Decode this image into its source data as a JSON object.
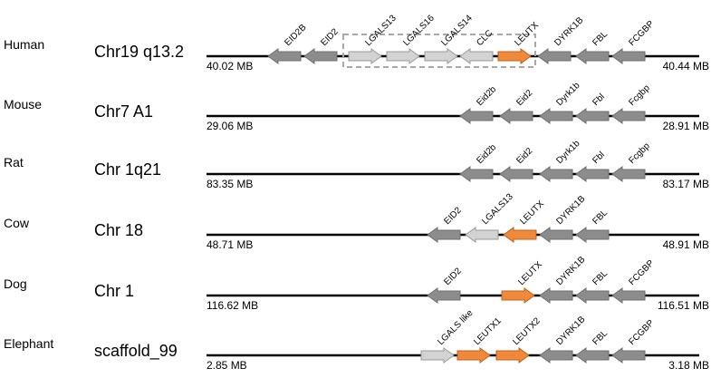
{
  "colors": {
    "dark_gene": "#8c8c8c",
    "dark_gene_stroke": "#6f6f6f",
    "light_gene": "#d3d3d3",
    "light_gene_stroke": "#9a9a9a",
    "leutx_gene": "#ef8a3c",
    "leutx_gene_stroke": "#c0601a",
    "chromosome": "#000000",
    "dashed_box": "#a8a8a8"
  },
  "rows": [
    {
      "species": "Human",
      "chromosome": "Chr19 q13.2",
      "start_mb": "40.02 MB",
      "end_mb": "40.44 MB",
      "highlight_box": true,
      "genes": [
        {
          "label": "EID2B",
          "dir": "left",
          "color": "dark"
        },
        {
          "label": "EID2",
          "dir": "left",
          "color": "dark"
        },
        {
          "label": "LGALS13",
          "dir": "right",
          "color": "light"
        },
        {
          "label": "LGALS16",
          "dir": "right",
          "color": "light"
        },
        {
          "label": "LGALS14",
          "dir": "right",
          "color": "light"
        },
        {
          "label": "CLC",
          "dir": "left",
          "color": "light"
        },
        {
          "label": "LEUTX",
          "dir": "right",
          "color": "orange"
        },
        {
          "label": "DYRK1B",
          "dir": "left",
          "color": "dark"
        },
        {
          "label": "FBL",
          "dir": "left",
          "color": "dark"
        },
        {
          "label": "FCGBP",
          "dir": "left",
          "color": "dark"
        }
      ]
    },
    {
      "species": "Mouse",
      "chromosome": "Chr7 A1",
      "start_mb": "29.06 MB",
      "end_mb": "28.91 MB",
      "highlight_box": false,
      "genes": [
        {
          "label": "Eid2b",
          "dir": "left",
          "color": "dark"
        },
        {
          "label": "Eid2",
          "dir": "left",
          "color": "dark"
        },
        {
          "label": "Dyrk1b",
          "dir": "left",
          "color": "dark"
        },
        {
          "label": "Fbl",
          "dir": "left",
          "color": "dark"
        },
        {
          "label": "Fcgbp",
          "dir": "left",
          "color": "dark"
        }
      ]
    },
    {
      "species": "Rat",
      "chromosome": "Chr 1q21",
      "start_mb": "83.35 MB",
      "end_mb": "83.17 MB",
      "highlight_box": false,
      "genes": [
        {
          "label": "Eid2b",
          "dir": "left",
          "color": "dark"
        },
        {
          "label": "Eid2",
          "dir": "left",
          "color": "dark"
        },
        {
          "label": "Dyrk1b",
          "dir": "left",
          "color": "dark"
        },
        {
          "label": "Fbl",
          "dir": "left",
          "color": "dark"
        },
        {
          "label": "Fcgbp",
          "dir": "left",
          "color": "dark"
        }
      ]
    },
    {
      "species": "Cow",
      "chromosome": "Chr 18",
      "start_mb": "48.71 MB",
      "end_mb": "48.91 MB",
      "highlight_box": false,
      "genes": [
        {
          "label": "EID2",
          "dir": "left",
          "color": "dark"
        },
        {
          "label": "LGALS13",
          "dir": "left",
          "color": "light"
        },
        {
          "label": "LEUTX",
          "dir": "left",
          "color": "orange"
        },
        {
          "label": "DYRK1B",
          "dir": "left",
          "color": "dark"
        },
        {
          "label": "FBL",
          "dir": "left",
          "color": "dark"
        }
      ]
    },
    {
      "species": "Dog",
      "chromosome": "Chr 1",
      "start_mb": "116.62 MB",
      "end_mb": "116.51 MB",
      "highlight_box": false,
      "genes": [
        {
          "label": "EID2",
          "dir": "left",
          "color": "dark"
        },
        {
          "label": "LEUTX",
          "dir": "right",
          "color": "orange"
        },
        {
          "label": "DYRK1B",
          "dir": "left",
          "color": "dark"
        },
        {
          "label": "FBL",
          "dir": "left",
          "color": "dark"
        },
        {
          "label": "FCGBP",
          "dir": "left",
          "color": "dark"
        }
      ]
    },
    {
      "species": "Elephant",
      "chromosome": "scaffold_99",
      "start_mb": "2.85 MB",
      "end_mb": "3.18 MB",
      "highlight_box": false,
      "genes": [
        {
          "label": "LGALS like",
          "dir": "right",
          "color": "light"
        },
        {
          "label": "LEUTX1",
          "dir": "right",
          "color": "orange"
        },
        {
          "label": "LEUTX2",
          "dir": "right",
          "color": "orange"
        },
        {
          "label": "DYRK1B",
          "dir": "left",
          "color": "dark"
        },
        {
          "label": "FBL",
          "dir": "left",
          "color": "dark"
        },
        {
          "label": "FCGBP",
          "dir": "left",
          "color": "dark"
        }
      ]
    }
  ]
}
